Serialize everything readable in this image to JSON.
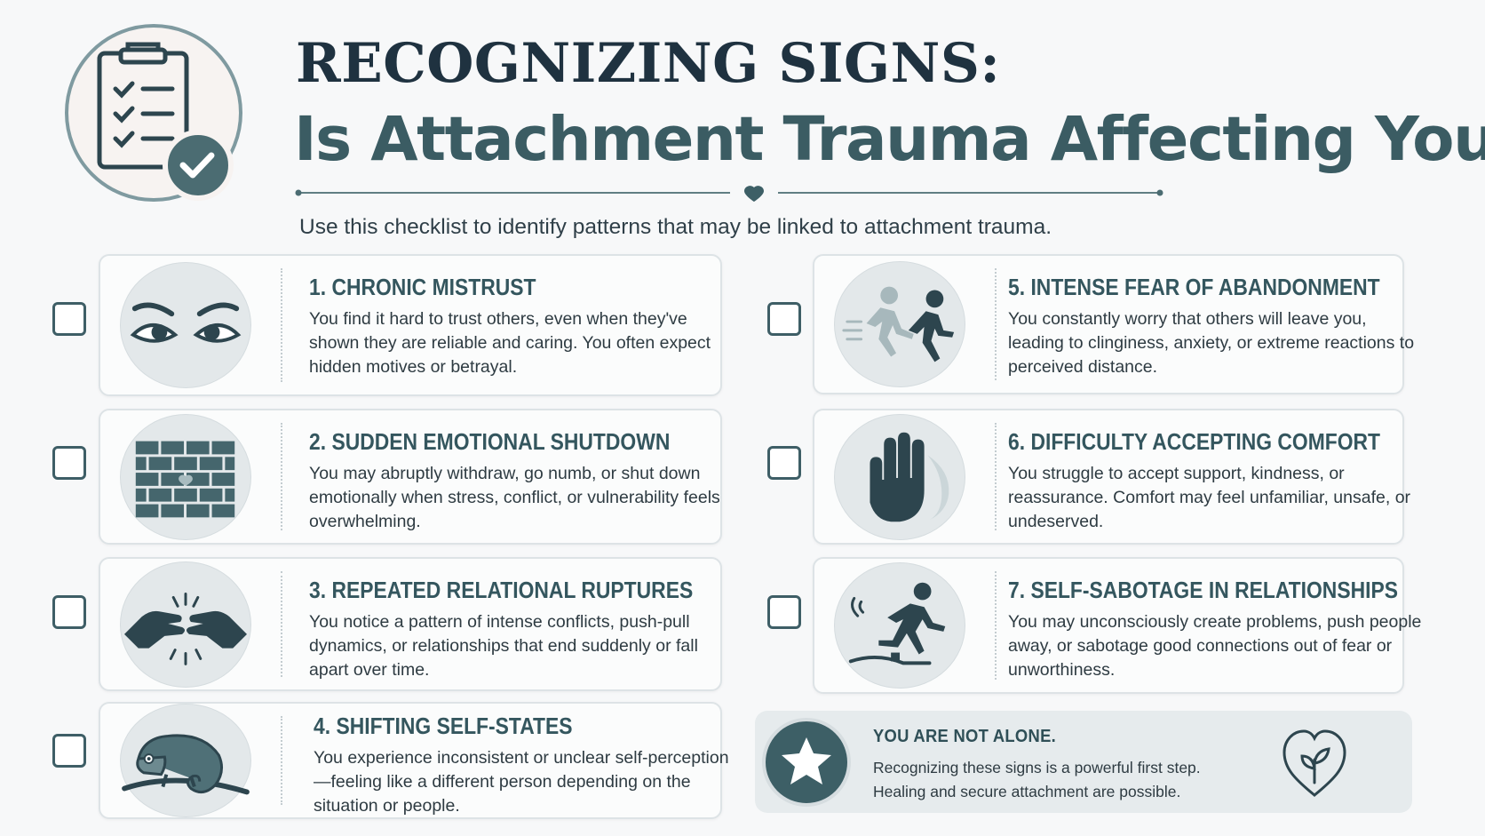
{
  "header": {
    "title_line1": "RECOGNIZING SIGNS:",
    "title_line2": "Is Attachment Trauma Affecting You?",
    "subtitle": "Use this checklist to identify patterns that may be linked to attachment trauma.",
    "icon": "clipboard-checklist-icon"
  },
  "colors": {
    "primary": "#3d5f66",
    "title_dark": "#1f3240",
    "title_teal": "#3b5c63",
    "card_border": "#dde3e6",
    "icon_bg": "#e3e8ea"
  },
  "items": [
    {
      "title": "1. CHRONIC MISTRUST",
      "body": "You find it hard to trust others, even when they've shown they are reliable and caring. You often expect hidden motives or betrayal.",
      "icon": "watchful-eyes-icon"
    },
    {
      "title": "2. SUDDEN EMOTIONAL SHUTDOWN",
      "body": "You may abruptly withdraw, go numb, or shut down emotionally when stress, conflict, or vulnerability feels overwhelming.",
      "icon": "brick-wall-icon"
    },
    {
      "title": "3. REPEATED RELATIONAL RUPTURES",
      "body": "You notice a pattern of intense conflicts, push-pull dynamics, or relationships that end suddenly or fall apart over time.",
      "icon": "separating-hands-icon"
    },
    {
      "title": "4. SHIFTING SELF-STATES",
      "body": "You experience inconsistent or unclear self-perception—feeling like a different person depending on the situation or people.",
      "icon": "chameleon-icon"
    },
    {
      "title": "5. INTENSE FEAR OF ABANDONMENT",
      "body": "You constantly worry that others will leave you, leading to clinginess, anxiety, or extreme reactions to perceived distance.",
      "icon": "running-figures-icon"
    },
    {
      "title": "6. DIFFICULTY ACCEPTING COMFORT",
      "body": "You struggle to accept support, kindness, or reassurance. Comfort may feel unfamiliar, unsafe, or undeserved.",
      "icon": "stop-hand-icon"
    },
    {
      "title": "7. SELF-SABOTAGE IN RELATIONSHIPS",
      "body": "You may unconsciously create problems, push people away, or sabotage good connections out of fear or unworthiness.",
      "icon": "tripping-figure-icon"
    }
  ],
  "callout": {
    "heading": "YOU ARE NOT ALONE.",
    "line1": "Recognizing these signs is a powerful first step.",
    "line2": "Healing and secure attachment are possible.",
    "icon": "star-icon",
    "heart_icon": "heart-sprout-icon"
  }
}
